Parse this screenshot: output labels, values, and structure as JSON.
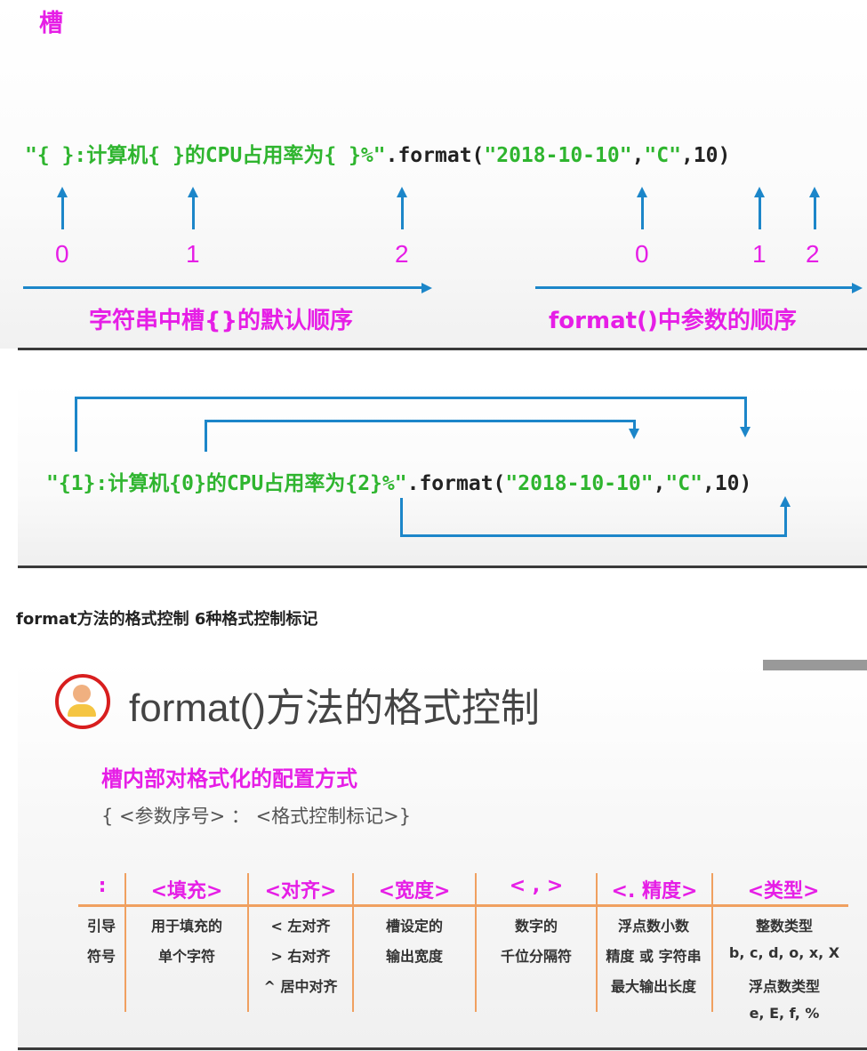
{
  "slot_title": "槽",
  "code1": {
    "q1": "\"",
    "slot_a": "{ }",
    "text_a": ":计算机",
    "slot_b": "{ }",
    "text_b": "的CPU占用率为",
    "slot_c": "{ }",
    "text_c": "%\"",
    "fmt": ".format(",
    "arg0": "\"2018-10-10\"",
    "comma1": ",",
    "arg1": "\"C\"",
    "comma2": ",",
    "arg2": "10",
    "close": ")"
  },
  "slot_indices": [
    "0",
    "1",
    "2"
  ],
  "arg_indices": [
    "0",
    "1",
    "2"
  ],
  "caption_left": "字符串中槽{}的默认顺序",
  "caption_right": "format()中参数的顺序",
  "code2": {
    "q1": "\"",
    "slot_a": "{1}",
    "text_a": ":计算机",
    "slot_b": "{0}",
    "text_b": "的CPU占用率为",
    "slot_c": "{2}",
    "text_c": "%\"",
    "fmt": ".format(",
    "arg0": "\"2018-10-10\"",
    "comma1": ",",
    "arg1": "\"C\"",
    "comma2": ",",
    "arg2": "10",
    "close": ")"
  },
  "section_heading": "format方法的格式控制  6种格式控制标记",
  "slide": {
    "title": "format()方法的格式控制",
    "subtitle": "槽内部对格式化的配置方式",
    "syntax": "{ <参数序号> ： <格式控制标记>}"
  },
  "columns": [
    {
      "head": ":",
      "lines": [
        "引导",
        "符号"
      ]
    },
    {
      "head": "<填充>",
      "lines": [
        "用于填充的",
        "单个字符"
      ]
    },
    {
      "head": "<对齐>",
      "lines": [
        "< 左对齐",
        "> 右对齐",
        "^ 居中对齐"
      ]
    },
    {
      "head": "<宽度>",
      "lines": [
        "槽设定的",
        "输出宽度"
      ]
    },
    {
      "head": "< , >",
      "lines": [
        "数字的",
        "千位分隔符"
      ]
    },
    {
      "head": "<. 精度>",
      "lines": [
        "浮点数小数",
        "精度 或 字符串",
        "最大输出长度"
      ]
    },
    {
      "head": "<类型>",
      "lines": [
        "整数类型",
        "b, c, d, o, x, X",
        "浮点数类型",
        "e, E, f, %"
      ]
    }
  ],
  "colors": {
    "magenta": "#e61ee6",
    "green": "#2fb52f",
    "blue": "#1c86c9",
    "orange": "#f0a060",
    "avatar_ring": "#d81e1e"
  }
}
